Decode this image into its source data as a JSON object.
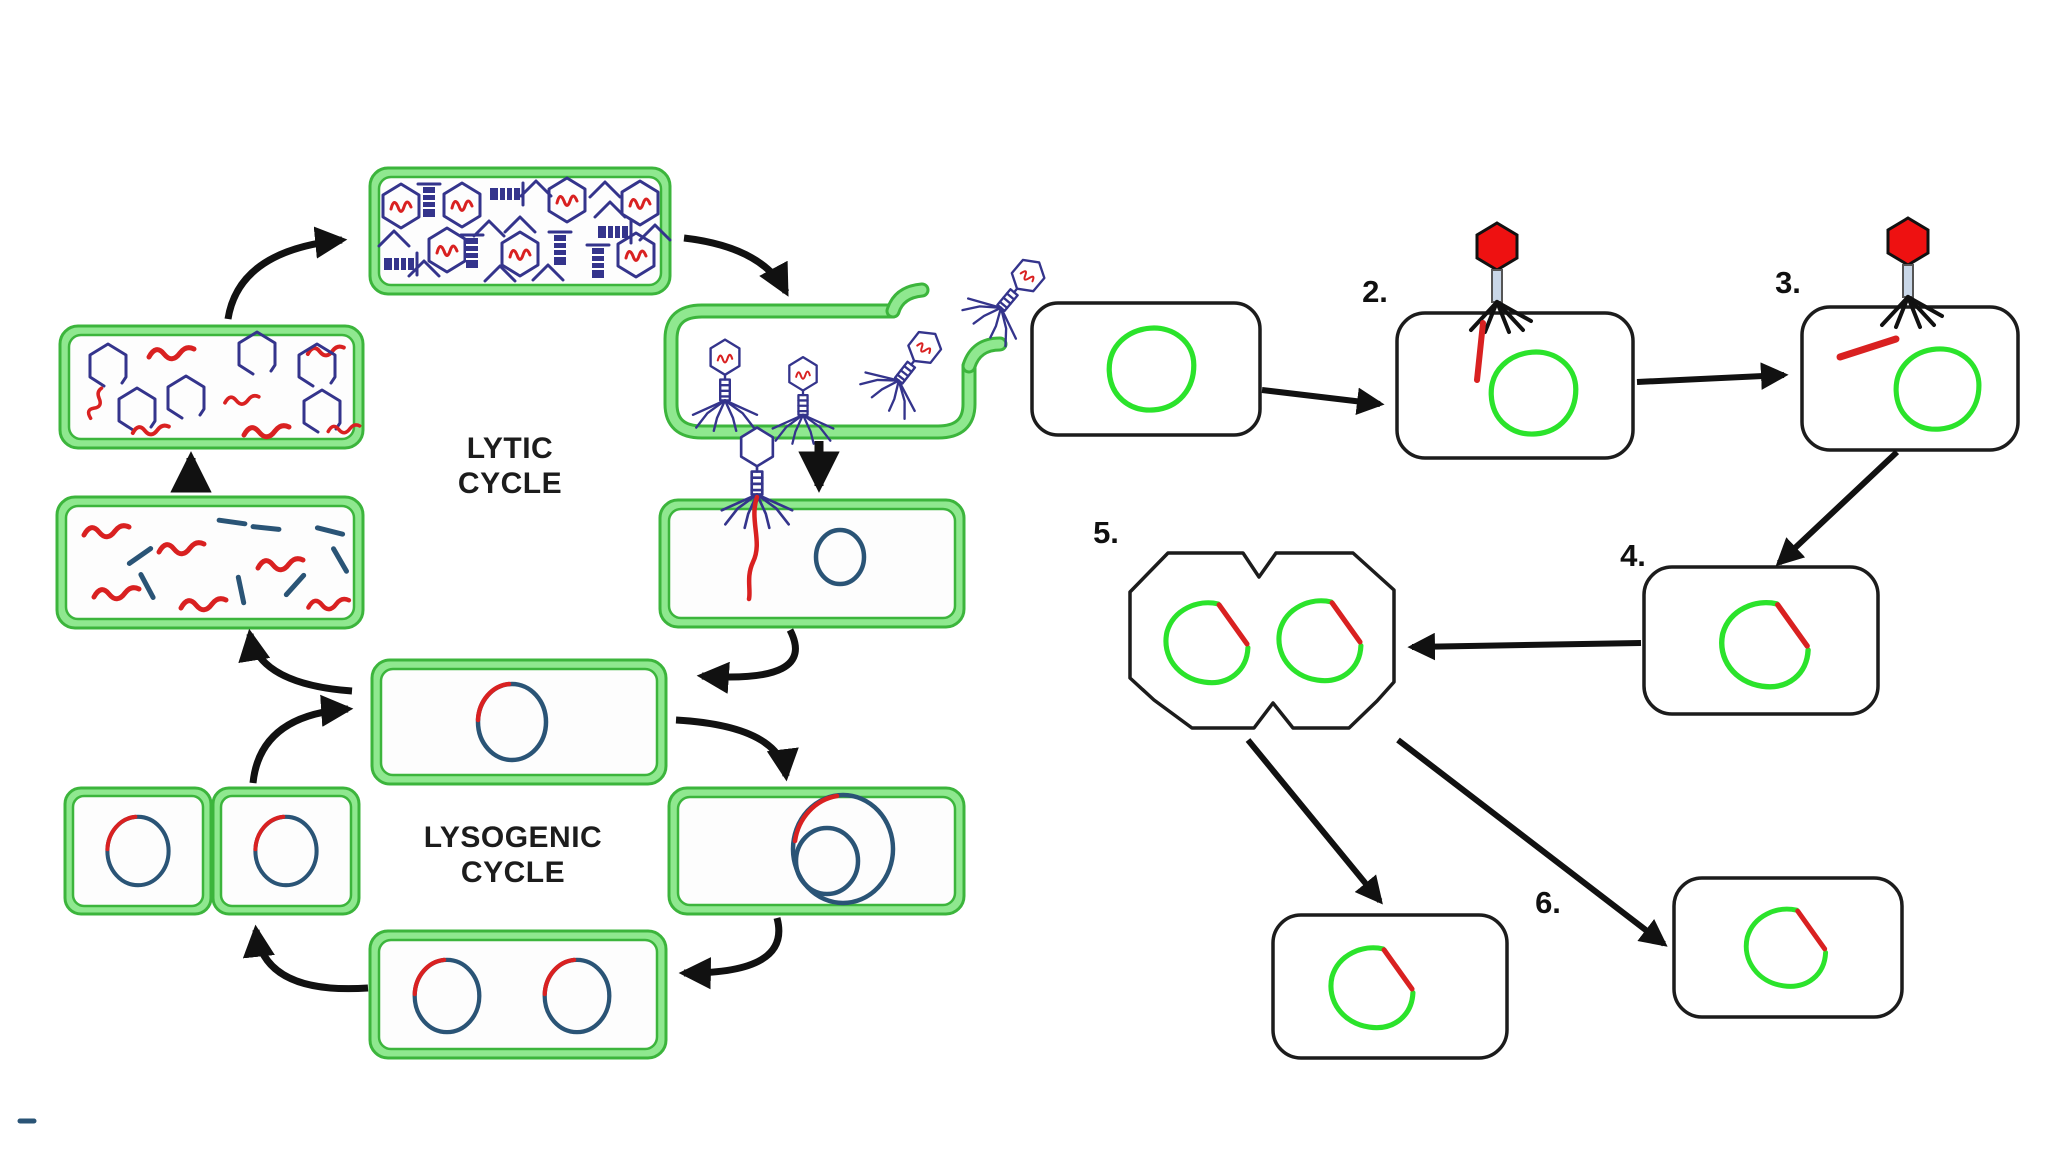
{
  "left_diagram": {
    "lytic_label": [
      "LYTIC",
      "CYCLE"
    ],
    "lysogenic_label": [
      "LYSOGENIC",
      "CYCLE"
    ]
  },
  "right_diagram": {
    "step_labels": [
      "2.",
      "3.",
      "4.",
      "5.",
      "6."
    ]
  },
  "colors": {
    "membrane_fill": "#8fe88f",
    "membrane_stroke": "#3cb53c",
    "phage_navy": "#34348c",
    "dna_red": "#d92121",
    "host_dna_blue": "#2a5476",
    "bacterial_dna_green": "#2be32b",
    "phage_head_red": "#ee1111",
    "phage_tail_gray": "#c9d7e8",
    "cell_outline": "#1c1c1c",
    "arrow_color": "#111111"
  }
}
